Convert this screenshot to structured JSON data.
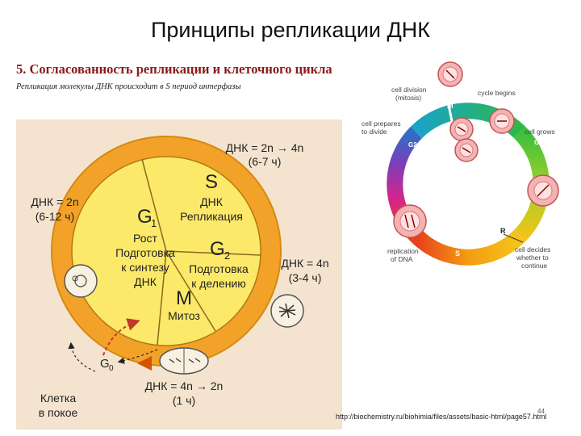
{
  "slide": {
    "title": "Принципы репликации ДНК",
    "subtitle": "5. Согласованность репликации и клеточного цикла",
    "caption": "Репликация молекулы ДНК происходит в S период интерфазы",
    "url": "http://biochemistry.ru/biohimia/files/assets/basic-html/page57.html",
    "page_number": "44"
  },
  "left_diagram": {
    "phase_s": {
      "letter": "S",
      "line1": "ДНК",
      "line2": "Репликация"
    },
    "phase_g1": {
      "letter": "G",
      "sub": "1",
      "line1": "Рост",
      "line2": "Подготовка",
      "line3": "к синтезу",
      "line4": "ДНК"
    },
    "phase_g2": {
      "letter": "G",
      "sub": "2",
      "line1": "Подготовка",
      "line2": "к делению"
    },
    "phase_m": {
      "letter": "M",
      "line1": "Митоз"
    },
    "g0": {
      "letter": "G",
      "sub": "0"
    },
    "label_top": {
      "line1": "ДНК = 2n → 4n",
      "line2": "(6-7 ч)"
    },
    "label_left": {
      "line1": "ДНК = 2n",
      "line2": "(6-12 ч)"
    },
    "label_right": {
      "line1": "ДНК = 4n",
      "line2": "(3-4 ч)"
    },
    "label_bottom": {
      "line1": "ДНК = 4n → 2n",
      "line2": "(1 ч)"
    },
    "label_rest": {
      "line1": "Клетка",
      "line2": "в покое"
    }
  },
  "right_diagram": {
    "cell_division": {
      "line1": "cell division",
      "line2": "(mitosis)"
    },
    "cycle_begins": "cycle begins",
    "cell_prepares": {
      "line1": "cell prepares",
      "line2": "to divide"
    },
    "cell_grows": "cell grows",
    "replication": {
      "line1": "replication",
      "line2": "of DNA"
    },
    "cell_decides": {
      "line1": "cell decides",
      "line2": "whether to",
      "line3": "continue"
    },
    "phases": {
      "m": "M",
      "g1": "G1",
      "g2": "G2",
      "s": "S",
      "r": "R"
    }
  },
  "colors": {
    "ring": "#f2a228",
    "circle_fill": "#fce96a",
    "panel": "#f4e4cf",
    "subtitle": "#8b1a1a"
  }
}
